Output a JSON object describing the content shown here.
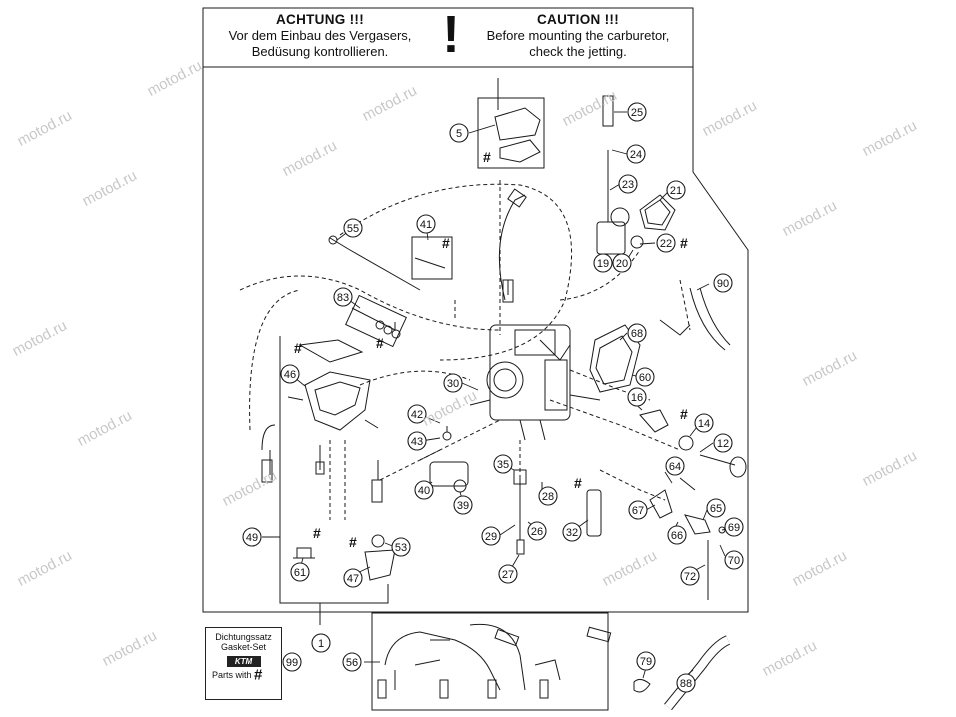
{
  "header": {
    "de_title": "ACHTUNG !!!",
    "de_line1": "Vor dem Einbau des Vergasers,",
    "de_line2": "Bedüsung kontrollieren.",
    "warning_symbol": "!",
    "en_title": "CAUTION !!!",
    "en_line1": "Before mounting the carburetor,",
    "en_line2": "check the jetting."
  },
  "watermark": "motod.ru",
  "gasket_kit": {
    "line1": "Dichtungssatz",
    "line2": "Gasket-Set",
    "logo": "KTM",
    "parts_with": "Parts with",
    "hash": "#"
  },
  "hash_symbol": "#",
  "callouts": [
    "1",
    "5",
    "12",
    "14",
    "16",
    "19",
    "20",
    "21",
    "22",
    "23",
    "24",
    "25",
    "26",
    "27",
    "28",
    "29",
    "30",
    "32",
    "35",
    "39",
    "40",
    "41",
    "42",
    "43",
    "46",
    "47",
    "49",
    "53",
    "55",
    "56",
    "60",
    "61",
    "64",
    "65",
    "66",
    "67",
    "68",
    "69",
    "70",
    "72",
    "79",
    "83",
    "88",
    "90",
    "99"
  ],
  "colors": {
    "line": "#1a1a1a",
    "watermark": "#c8c8c8"
  }
}
